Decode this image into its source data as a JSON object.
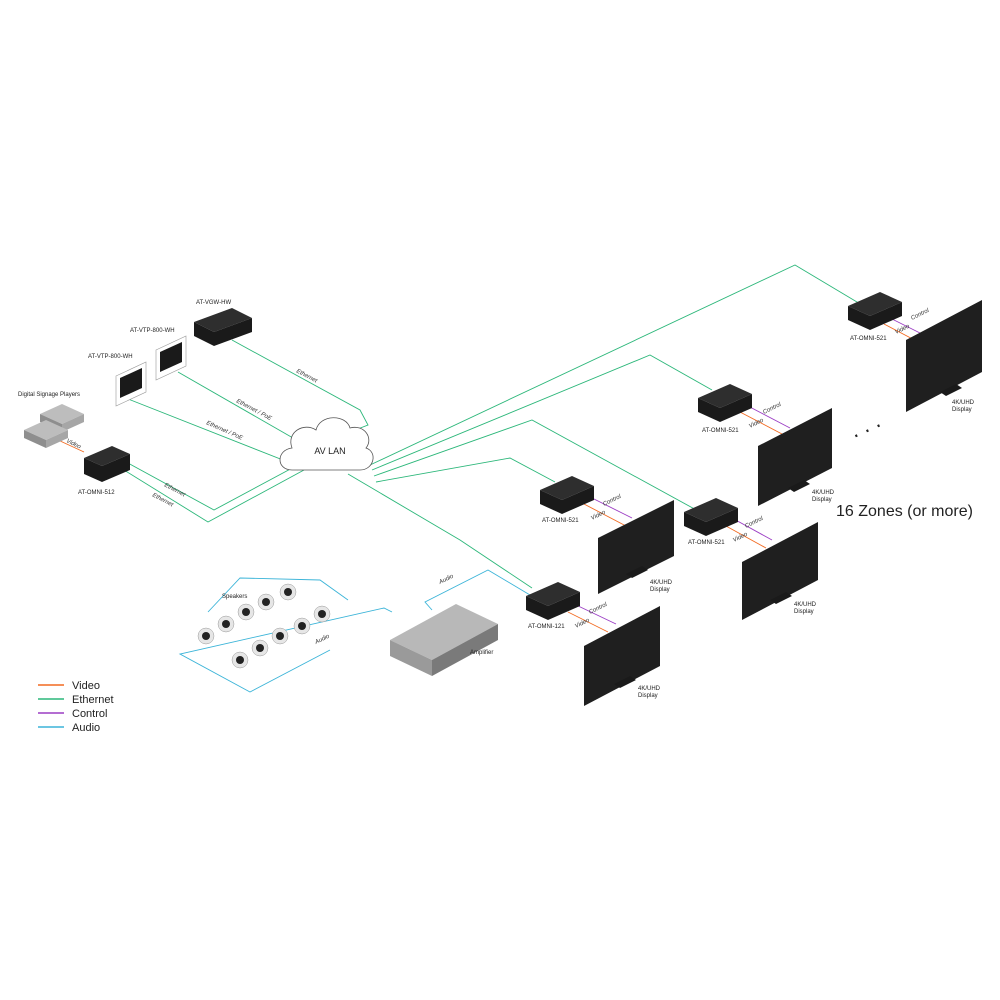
{
  "colors": {
    "video": "#f26a21",
    "ethernet": "#2cb77a",
    "control": "#9b3dc4",
    "audio": "#3bb4d8",
    "device": "#1a1a1a",
    "display": "#1f1f1f",
    "panel": "#ffffff"
  },
  "legend": {
    "video": "Video",
    "ethernet": "Ethernet",
    "control": "Control",
    "audio": "Audio"
  },
  "network": {
    "cloud_label": "AV LAN"
  },
  "zones_label": "16 Zones (or more)",
  "ellipsis": ". . .",
  "devices": {
    "vgw": "AT-VGW-HW",
    "vtp1": "AT-VTP-800-WH",
    "vtp2": "AT-VTP-800-WH",
    "players": "Digital Signage Players",
    "omni512": "AT-OMNI-512",
    "omni521_a": "AT-OMNI-521",
    "omni521_b": "AT-OMNI-521",
    "omni521_c": "AT-OMNI-521",
    "omni521_d": "AT-OMNI-521",
    "omni121": "AT-OMNI-121",
    "amplifier": "Amplifier",
    "speakers": "Speakers"
  },
  "displays": {
    "line1": "4K/UHD",
    "line2": "Display"
  },
  "links": {
    "ethernet": "Ethernet",
    "ethernet_poe": "Ethernet / PoE",
    "video": "Video",
    "control": "Control",
    "audio": "Audio"
  }
}
